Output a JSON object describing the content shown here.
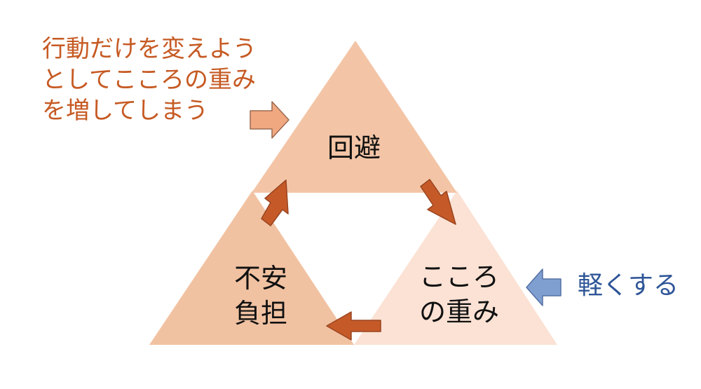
{
  "colors": {
    "top_triangle": "#f3c5a6",
    "left_triangle": "#f1c2a2",
    "right_triangle": "#fbe2d4",
    "cycle_arrow": "#c55a28",
    "cycle_arrow_stroke": "#9a4420",
    "orange_block_arrow": "#f0a880",
    "orange_block_arrow_stroke": "#9c6a50",
    "blue_block_arrow": "#7f9fd0",
    "blue_block_arrow_stroke": "#5570a5",
    "left_note_text": "#c65a23",
    "right_note_text": "#2e5597",
    "node_text": "#111111"
  },
  "diagram": {
    "nodes": {
      "avoidance": {
        "label": "回避"
      },
      "anxiety": {
        "lines": [
          "不安",
          "負担"
        ]
      },
      "heart_weight": {
        "lines": [
          "こころ",
          "の重み"
        ]
      }
    },
    "cycle_arrows": [
      {
        "from": "anxiety",
        "to": "avoidance"
      },
      {
        "from": "avoidance",
        "to": "heart_weight"
      },
      {
        "from": "heart_weight",
        "to": "anxiety"
      }
    ]
  },
  "annotations": {
    "left_note": {
      "lines": [
        "行動だけを変えよう",
        "としてこころの重み",
        "を増してしまう"
      ],
      "points_to": "avoidance"
    },
    "right_note": {
      "text": "軽くする",
      "points_to": "heart_weight"
    }
  }
}
